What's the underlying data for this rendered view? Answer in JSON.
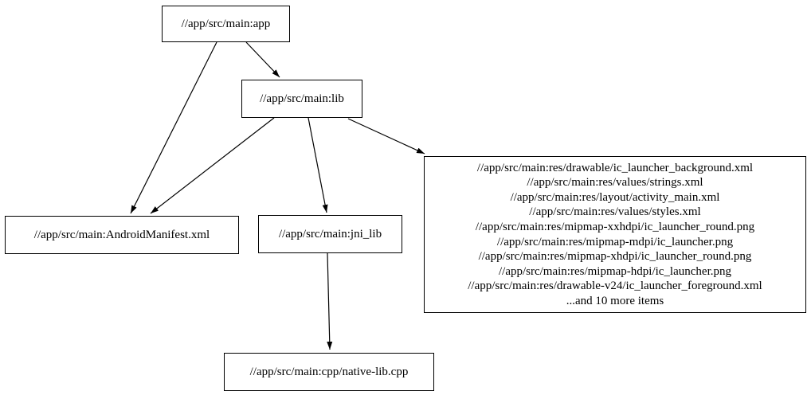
{
  "diagram": {
    "type": "dependency-graph",
    "colors": {
      "background": "#ffffff",
      "node_border": "#000000",
      "text": "#000000",
      "edge": "#000000"
    },
    "nodes": {
      "app": {
        "label": "//app/src/main:app"
      },
      "lib": {
        "label": "//app/src/main:lib"
      },
      "manifest": {
        "label": "//app/src/main:AndroidManifest.xml"
      },
      "jni_lib": {
        "label": "//app/src/main:jni_lib"
      },
      "cpp": {
        "label": "//app/src/main:cpp/native-lib.cpp"
      },
      "res": {
        "lines": [
          "//app/src/main:res/drawable/ic_launcher_background.xml",
          "//app/src/main:res/values/strings.xml",
          "//app/src/main:res/layout/activity_main.xml",
          "//app/src/main:res/values/styles.xml",
          "//app/src/main:res/mipmap-xxhdpi/ic_launcher_round.png",
          "//app/src/main:res/mipmap-mdpi/ic_launcher.png",
          "//app/src/main:res/mipmap-xhdpi/ic_launcher_round.png",
          "//app/src/main:res/mipmap-hdpi/ic_launcher.png",
          "//app/src/main:res/drawable-v24/ic_launcher_foreground.xml",
          "...and 10 more items"
        ]
      }
    },
    "edges": [
      {
        "from": "app",
        "to": "lib"
      },
      {
        "from": "app",
        "to": "AndroidManifest.xml"
      },
      {
        "from": "lib",
        "to": "AndroidManifest.xml"
      },
      {
        "from": "lib",
        "to": "jni_lib"
      },
      {
        "from": "lib",
        "to": "res-group"
      },
      {
        "from": "jni_lib",
        "to": "cpp/native-lib.cpp"
      }
    ]
  }
}
